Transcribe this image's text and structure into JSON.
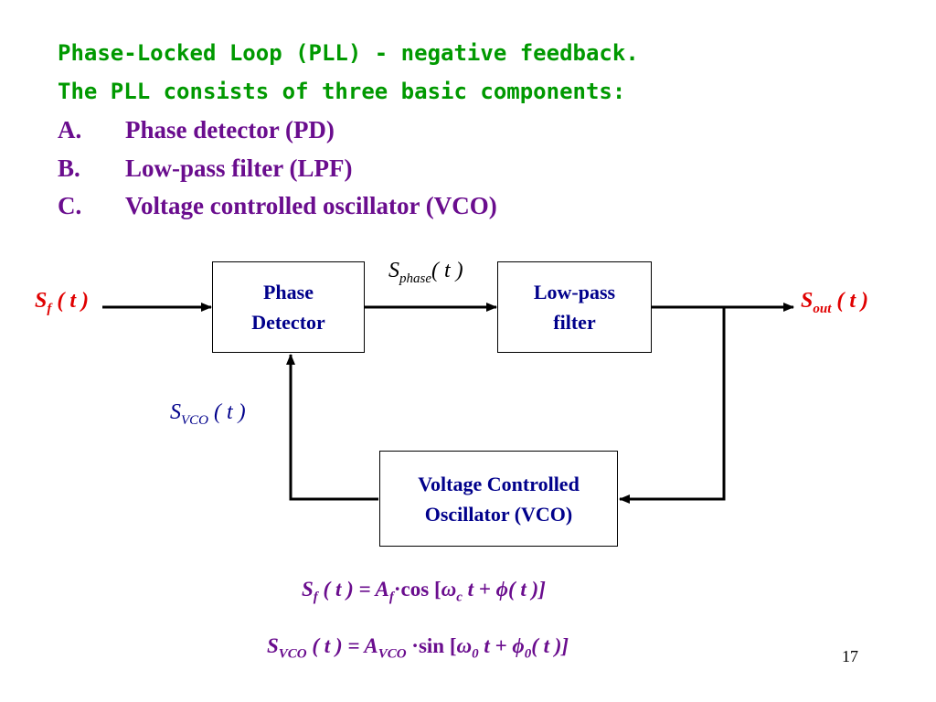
{
  "heading": {
    "line1": "Phase-Locked Loop (PLL) - negative feedback.",
    "line2": "The PLL consists of three basic components:"
  },
  "components": [
    {
      "letter": "A.",
      "text": "Phase detector (PD)"
    },
    {
      "letter": "B.",
      "text": "Low-pass filter (LPF)"
    },
    {
      "letter": "C.",
      "text": "Voltage controlled oscillator (VCO)"
    }
  ],
  "blocks": {
    "phase_detector": {
      "line1": "Phase",
      "line2": "Detector"
    },
    "low_pass_filter": {
      "line1": "Low-pass",
      "line2": "filter"
    },
    "vco": {
      "line1": "Voltage Controlled",
      "line2": "Oscillator (VCO)"
    }
  },
  "signals": {
    "input": {
      "symbol": "S",
      "sub": "f",
      "arg": " ( t )"
    },
    "phase": {
      "symbol": "S",
      "sub": "phase",
      "arg": "( t )"
    },
    "output": {
      "symbol": "S",
      "sub": "out",
      "arg": " ( t )"
    },
    "vco": {
      "symbol": "S",
      "sub": "VCO",
      "arg": " ( t )"
    }
  },
  "equations": {
    "input": {
      "lhs_s": "S",
      "lhs_sub": "f",
      "lhs_arg": " ( t ) = ",
      "amp": "A",
      "amp_sub": "f",
      "func": "·cos [",
      "omega": "ω",
      "omega_sub": "c",
      "mid": " t + ",
      "phi": "ϕ",
      "phi_sub": "",
      "tail": "( t )]"
    },
    "vco": {
      "lhs_s": "S",
      "lhs_sub": "VCO",
      "lhs_arg": " ( t ) = ",
      "amp": "A",
      "amp_sub": "VCO",
      "func": " ·sin [",
      "omega": "ω",
      "omega_sub": "0",
      "mid": " t + ",
      "phi": "ϕ",
      "phi_sub": "0",
      "tail": "( t )]"
    }
  },
  "colors": {
    "heading": "#009900",
    "items": "#6a0d8e",
    "block_text": "#00008b",
    "io_signals": "#e00000",
    "equations": "#6a0d8e"
  },
  "page_number": "17"
}
